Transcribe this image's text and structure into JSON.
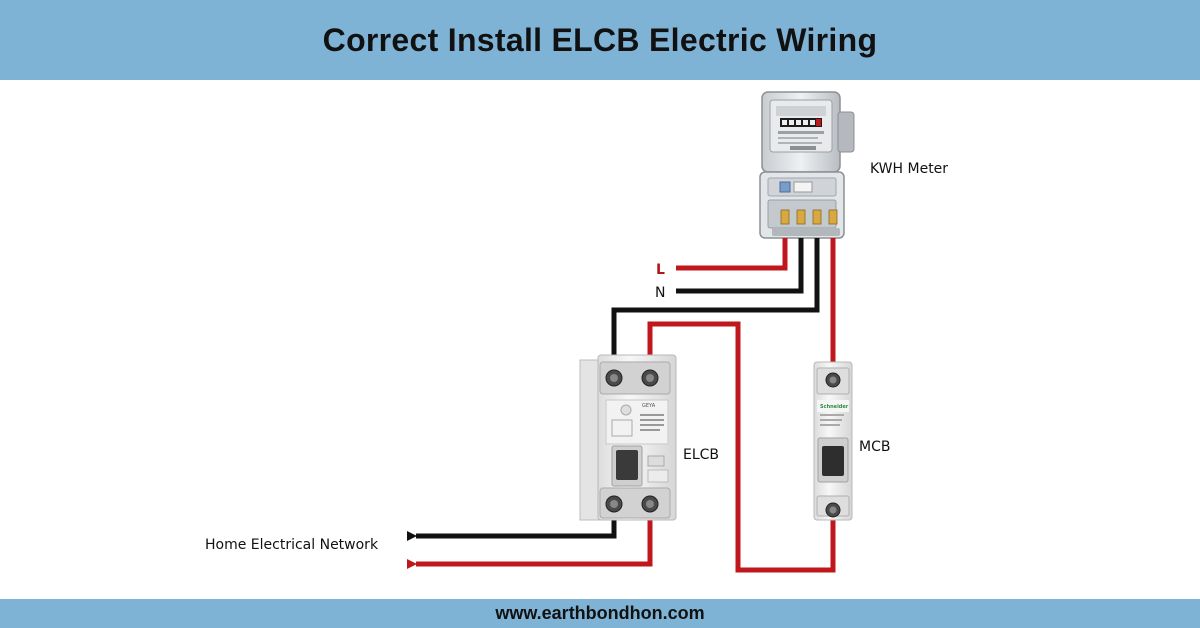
{
  "header": {
    "title": "Correct Install ELCB Electric Wiring"
  },
  "footer": {
    "url": "www.earthbondhon.com"
  },
  "labels": {
    "meter": "KWH Meter",
    "live": "L",
    "neutral": "N",
    "elcb": "ELCB",
    "mcb": "MCB",
    "home": "Home Electrical Network"
  },
  "devices": {
    "elcb_brand": "GEYA",
    "mcb_brand": "Schneider"
  },
  "colors": {
    "header_bg": "#7fb3d6",
    "live_wire": "#c0171c",
    "neutral_wire": "#111111"
  }
}
